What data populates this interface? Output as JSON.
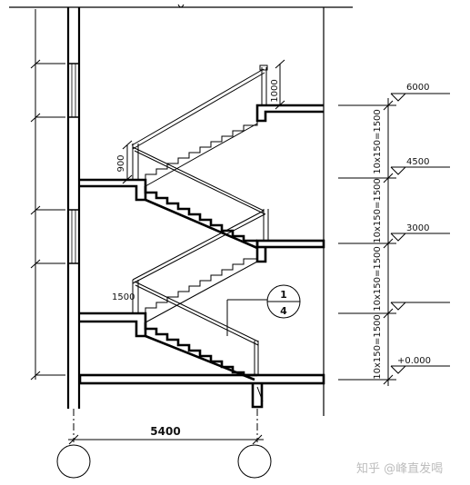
{
  "drawing": {
    "levels": [
      {
        "id": "level-6000",
        "label": "6000"
      },
      {
        "id": "level-4500",
        "label": "4500"
      },
      {
        "id": "level-3000",
        "label": "3000"
      },
      {
        "id": "level-1500",
        "label": ""
      },
      {
        "id": "level-0",
        "label": "+0.000"
      }
    ],
    "flight_dims": [
      {
        "id": "flight-4",
        "label": "10x150=1500"
      },
      {
        "id": "flight-3",
        "label": "10x150=1500"
      },
      {
        "id": "flight-2",
        "label": "10x150=1500"
      },
      {
        "id": "flight-1",
        "label": "10x150=1500"
      }
    ],
    "rail_heights": {
      "top": "1000",
      "mid": "900",
      "low": "1500"
    },
    "span_dim": "5400",
    "detail_callout": {
      "number": "1",
      "sheet": "4"
    },
    "watermark": "知乎 @峰直发喝"
  }
}
